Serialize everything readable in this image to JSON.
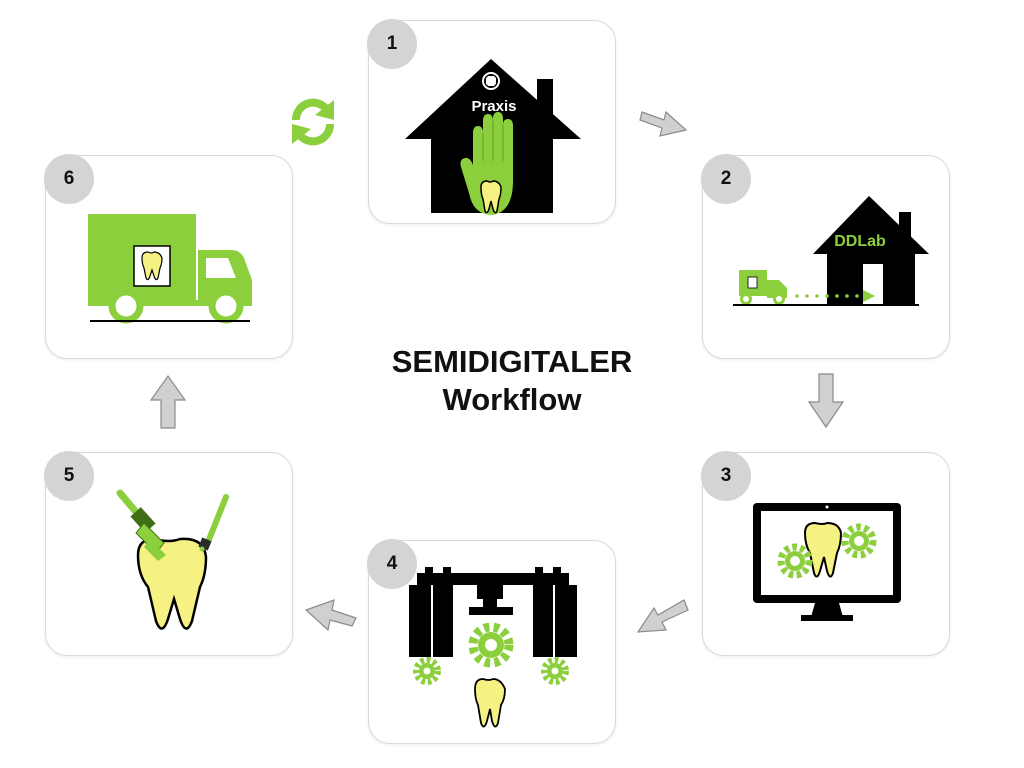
{
  "title": {
    "line1": "SEMIDIGITALER",
    "line2": "Workflow"
  },
  "steps": [
    {
      "number": "1",
      "label": "Praxis"
    },
    {
      "number": "2",
      "label": "DDLab"
    },
    {
      "number": "3"
    },
    {
      "number": "4"
    },
    {
      "number": "5"
    },
    {
      "number": "6"
    }
  ],
  "colors": {
    "accent_green": "#8ccf3c",
    "tooth_yellow": "#f6f183",
    "dark": "#000000",
    "arrow_gray": "#c9c9c9",
    "badge_gray": "#d4d4d4"
  }
}
